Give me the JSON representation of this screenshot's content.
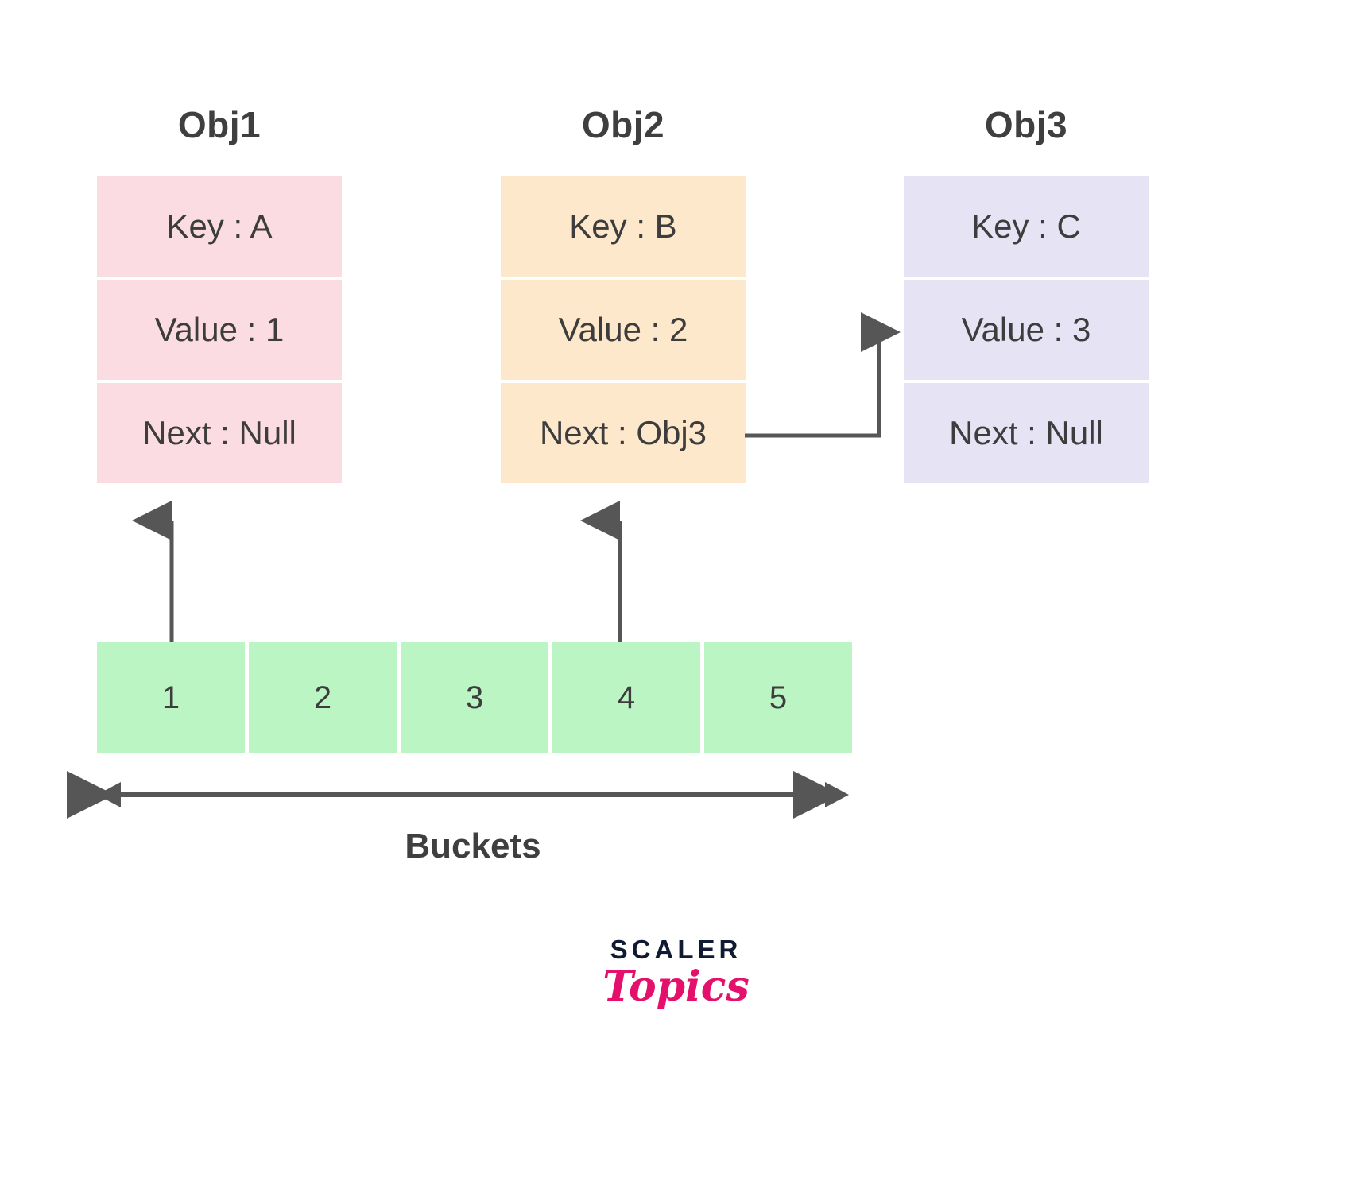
{
  "diagram": {
    "title_hidden": "",
    "objects": [
      {
        "title": "Obj1",
        "color": "#FBDCE2",
        "rows": [
          {
            "label": "Key : A"
          },
          {
            "label": "Value : 1"
          },
          {
            "label": "Next : Null"
          }
        ]
      },
      {
        "title": "Obj2",
        "color": "#FDE8CB",
        "rows": [
          {
            "label": "Key : B"
          },
          {
            "label": "Value : 2"
          },
          {
            "label": "Next : Obj3"
          }
        ]
      },
      {
        "title": "Obj3",
        "color": "#E6E3F5",
        "rows": [
          {
            "label": "Key : C"
          },
          {
            "label": "Value : 3"
          },
          {
            "label": "Next : Null"
          }
        ]
      }
    ],
    "buckets": {
      "label": "Buckets",
      "color": "#BBF5C4",
      "cells": [
        "1",
        "2",
        "3",
        "4",
        "5"
      ]
    },
    "connectors": [
      {
        "name": "bucket-1-to-obj1",
        "from": "bucket 1",
        "to": "Obj1"
      },
      {
        "name": "bucket-4-to-obj2",
        "from": "bucket 4",
        "to": "Obj2"
      },
      {
        "name": "obj2-next-to-obj3",
        "from": "Obj2 Next : Obj3",
        "to": "Obj3 Value : 3"
      },
      {
        "name": "buckets-span-arrow",
        "from": "bucket 1",
        "to": "bucket 5"
      }
    ],
    "arrow_color": "#565656"
  },
  "logo": {
    "primary": "SCALER",
    "secondary": "Topics",
    "primary_color": "#101a33",
    "secondary_color": "#e5106b"
  }
}
